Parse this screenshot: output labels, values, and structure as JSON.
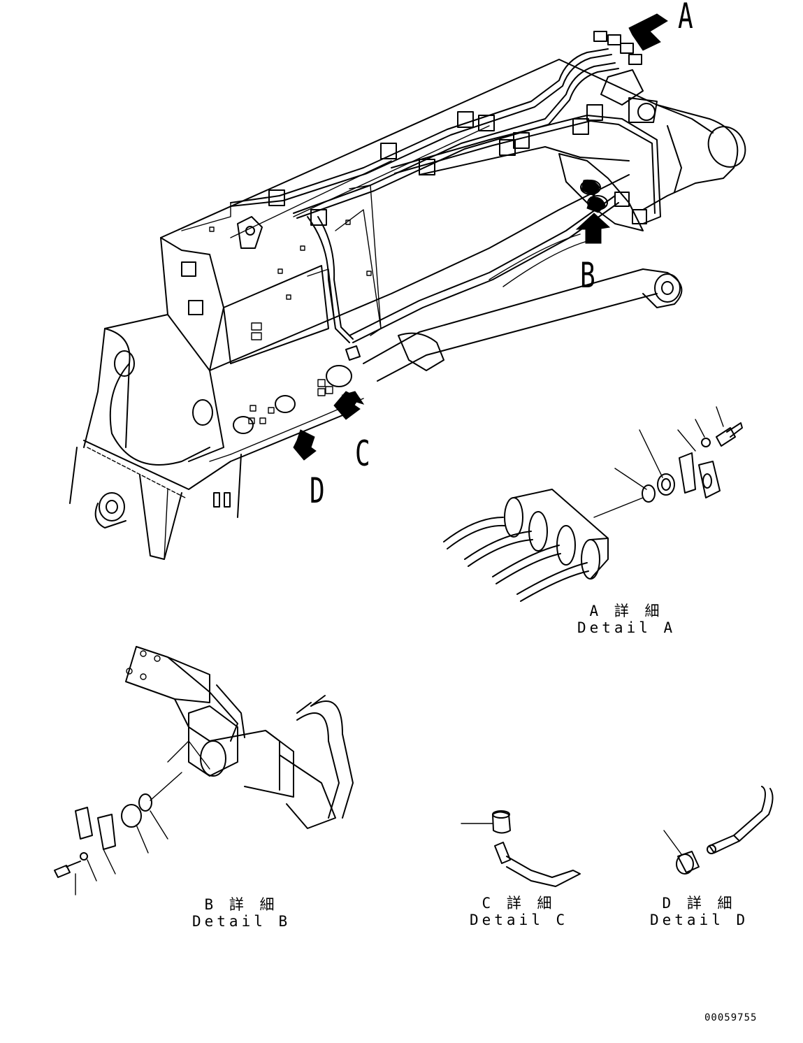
{
  "callouts": {
    "a": "A",
    "b": "B",
    "c": "C",
    "d": "D"
  },
  "details": {
    "a": {
      "jp": "A 詳 細",
      "en": "Detail A"
    },
    "b": {
      "jp": "B 詳 細",
      "en": "Detail B"
    },
    "c": {
      "jp": "C 詳 細",
      "en": "Detail C"
    },
    "d": {
      "jp": "D 詳 細",
      "en": "Detail D"
    }
  },
  "document_number": "00059755",
  "icons": {
    "arrow": "arrow-icon"
  }
}
